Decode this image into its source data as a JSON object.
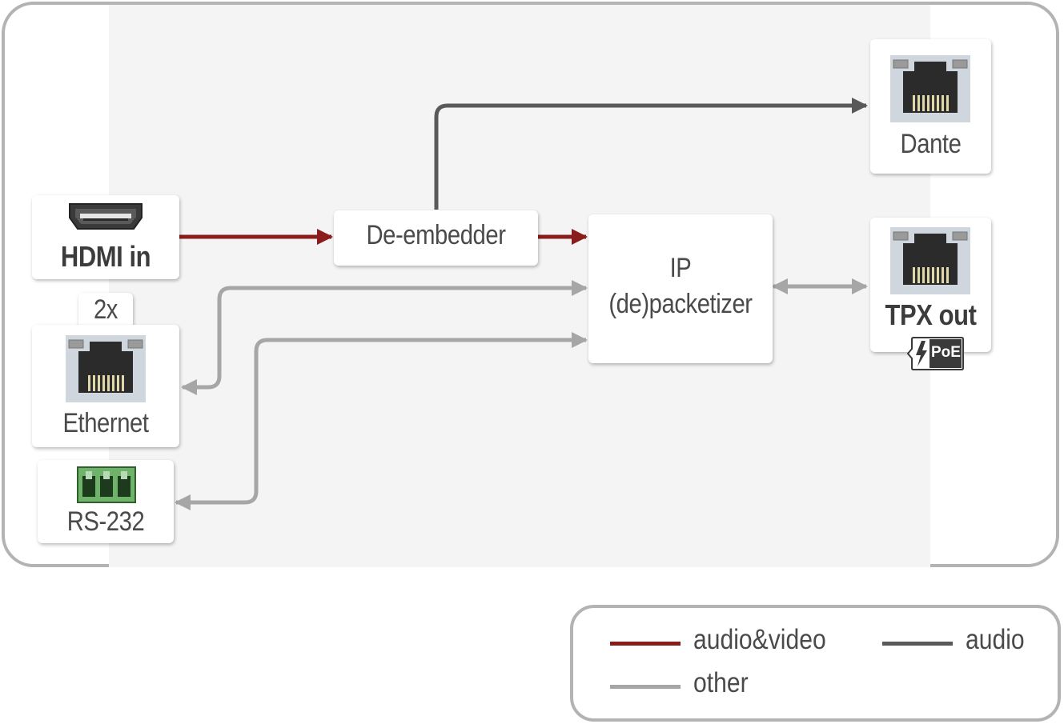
{
  "nodes": {
    "hdmi_in": "HDMI in",
    "de_embedder": "De-embedder",
    "ip_line1": "IP",
    "ip_line2": "(de)packetizer",
    "dante": "Dante",
    "tpx_out": "TPX out",
    "ethernet": "Ethernet",
    "ethernet_count": "2x",
    "rs232": "RS-232",
    "poe": "PoE"
  },
  "legend": {
    "av": "audio&video",
    "audio": "audio",
    "other": "other"
  },
  "colors": {
    "av": "#8b1c1c",
    "audio": "#595959",
    "other": "#a6a6a6"
  },
  "icons": [
    "hdmi-port-icon",
    "rj45-port-icon",
    "terminal-block-icon",
    "poe-icon"
  ]
}
